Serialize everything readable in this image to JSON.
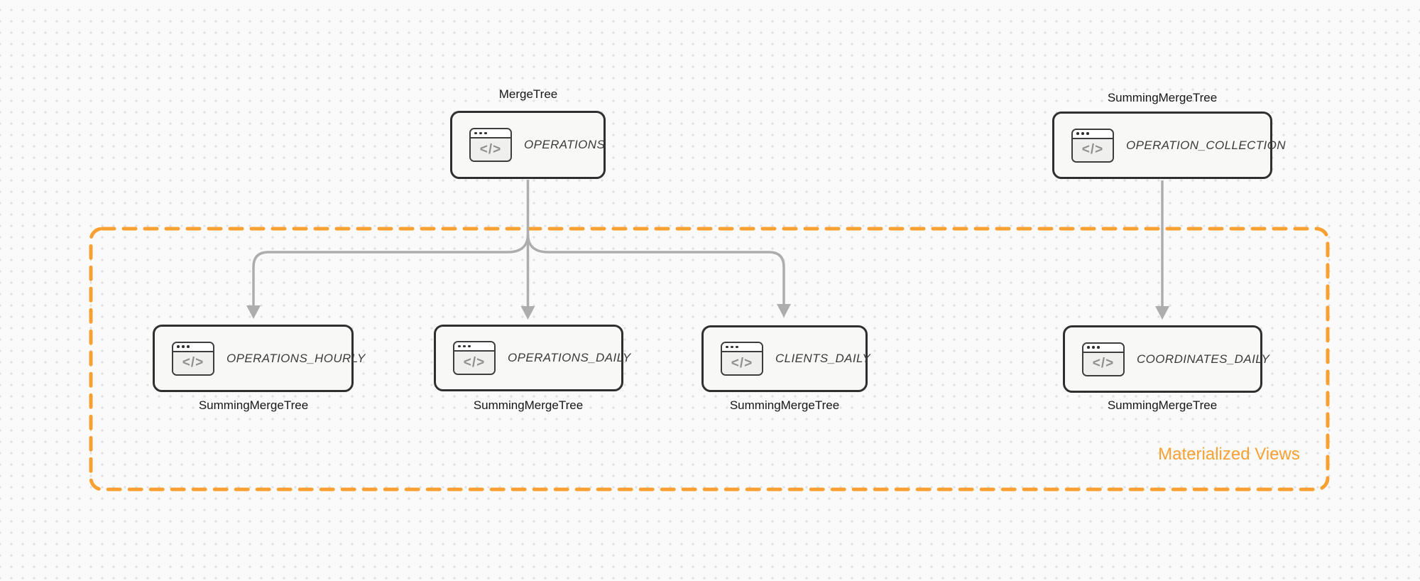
{
  "colors": {
    "accent_orange": "#f8a132",
    "edge_gray": "#adadad",
    "node_border": "#2f2f2f",
    "node_fill": "#f8f8f7",
    "background": "#fafafa",
    "dot_grid": "#e0e0e0"
  },
  "icons": {
    "code_glyph": "</>"
  },
  "group": {
    "label": "Materialized Views"
  },
  "nodes": [
    {
      "id": "operations",
      "label": "OPERATIONS",
      "engine": "MergeTree",
      "engine_position": "above"
    },
    {
      "id": "operation_collection",
      "label": "OPERATION_COLLECTION",
      "engine": "SummingMergeTree",
      "engine_position": "above"
    },
    {
      "id": "operations_hourly",
      "label": "OPERATIONS_HOURLY",
      "engine": "SummingMergeTree",
      "engine_position": "below"
    },
    {
      "id": "operations_daily",
      "label": "OPERATIONS_DAILY",
      "engine": "SummingMergeTree",
      "engine_position": "below"
    },
    {
      "id": "clients_daily",
      "label": "CLIENTS_DAILY",
      "engine": "SummingMergeTree",
      "engine_position": "below"
    },
    {
      "id": "coordinates_daily",
      "label": "COORDINATES_DAILY",
      "engine": "SummingMergeTree",
      "engine_position": "below"
    }
  ],
  "edges": [
    {
      "from": "operations",
      "to": "operations_hourly"
    },
    {
      "from": "operations",
      "to": "operations_daily"
    },
    {
      "from": "operations",
      "to": "clients_daily"
    },
    {
      "from": "operation_collection",
      "to": "coordinates_daily"
    }
  ]
}
